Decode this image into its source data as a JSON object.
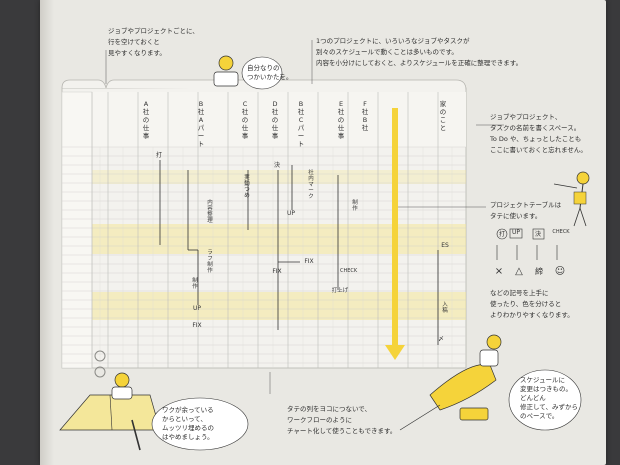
{
  "texts": {
    "note_top_left": "ジョブやプロジェクトごとに、\n行を空けておくと\n見やすくなります。",
    "bubble_top": "自分なりの\nつかいかたを。",
    "note_top_center": "1つのプロジェクトに、いろいろなジョブやタスクが\n別々のスケジュールで動くことは多いものです。\n内容を小分けにしておくと、よりスケジュールを正確に整理できます。",
    "note_right_top": "ジョブやプロジェクト、\nタスクの名前を書くスペース。\nTo Do や、ちょっとしたことも\nここに書いておくと忘れません。",
    "note_right_mid": "プロジェクトテーブルは\nタテに使います。",
    "note_right_bottom": "などの記号を上手に\n使ったり、色を分けると\nよりわかりやすくなります。",
    "bubble_bottom_left": "ワクが余っている\nからといって、\nムッツリ埋めるの\nはやめましょう。",
    "note_bottom_center": "タテの列をヨコにつないで、\nワークフローのように\nチャート化して使うこともできます。",
    "bubble_bottom_right": "スケジュールに\n変更はつきもの。\nどんどん\n修正して、みずから\nのペースで。"
  },
  "columns": [
    {
      "label": "A社の仕事"
    },
    {
      "label": "B社 Aパート"
    },
    {
      "label": "C社の仕事"
    },
    {
      "label": "D社の仕事"
    },
    {
      "label": "B社 Cパート"
    },
    {
      "label": "E社の仕事"
    },
    {
      "label": "F社 B社"
    },
    {
      "label": "家のこと"
    }
  ],
  "legend_symbols": [
    {
      "label": "打"
    },
    {
      "label": "UP"
    },
    {
      "label": "決"
    },
    {
      "label": "CHECK"
    },
    {
      "label": "×"
    },
    {
      "label": "△"
    },
    {
      "label": "締"
    },
    {
      "label": "☺"
    }
  ],
  "table_marks": {
    "m1": "打",
    "m2": "内容整理",
    "m3": "ラフ制作",
    "m4": "制作",
    "m5": "UP",
    "m6": "FIX",
    "m7": "実動つめ",
    "m8": "決",
    "m9": "UP",
    "m10": "FIX",
    "m11": "社内マーク",
    "m12": "FIX",
    "m13": "制作",
    "m14": "CHECK",
    "m15": "打上げ",
    "m16": "入稿",
    "m17": "ES",
    "m18": "〆"
  },
  "colors": {
    "paper": "#e9e8e3",
    "grid_line": "#c9c9c6",
    "highlight": "#f4e79a",
    "accent_yellow": "#f5d33a",
    "ink": "#2f2f2f"
  }
}
